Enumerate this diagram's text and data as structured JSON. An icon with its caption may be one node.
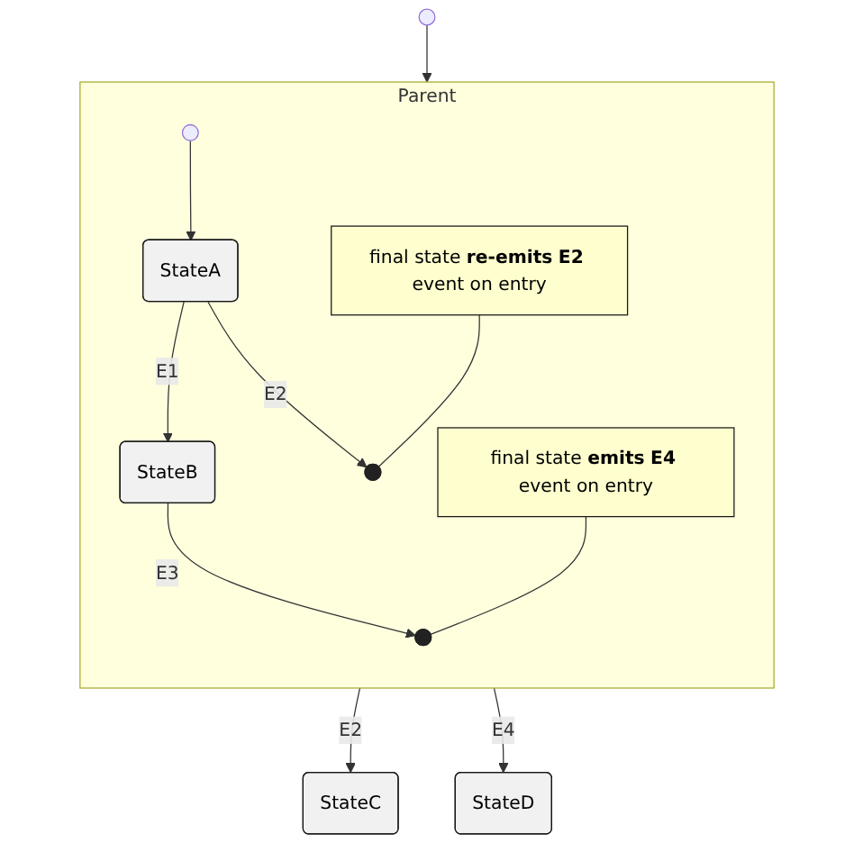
{
  "diagram": {
    "nodes": [
      {
        "text": [],
        "shape": "circle"
      },
      {
        "text": [
          "Parent"
        ]
      },
      {
        "text": [],
        "shape": "circle",
        "in": 1
      },
      {
        "text": [
          "StateA"
        ],
        "in": 1
      },
      {
        "text": [
          "StateB"
        ],
        "in": 1
      },
      {
        "text": [],
        "shape": "circle",
        "in": 1
      },
      {
        "text": [],
        "shape": "circle",
        "in": 1
      },
      {
        "text": [
          "final state **re-emits** **E2** event on entry"
        ],
        "in": 1
      },
      {
        "text": [
          "final state **emits** **E4** event on entry"
        ],
        "in": 1
      },
      {
        "text": [
          "StateC"
        ]
      },
      {
        "text": [
          "StateD"
        ]
      }
    ],
    "edges": [
      {
        "from": 0,
        "to": 1,
        "arrow": "to"
      },
      {
        "from": 2,
        "to": 3,
        "arrow": "to"
      },
      {
        "from": 3,
        "to": 4,
        "arrow": "to",
        "label": "E1"
      },
      {
        "from": 3,
        "to": 5,
        "arrow": "to",
        "label": "E2"
      },
      {
        "from": 4,
        "to": 6,
        "arrow": "to",
        "label": "E3"
      },
      {
        "from": 7,
        "to": 5,
        "arrow": "none"
      },
      {
        "from": 8,
        "to": 6,
        "arrow": "none"
      },
      {
        "from": 1,
        "to": 9,
        "arrow": "to",
        "label": "E2"
      },
      {
        "from": 1,
        "to": 10,
        "arrow": "to",
        "label": "E4"
      }
    ]
  }
}
